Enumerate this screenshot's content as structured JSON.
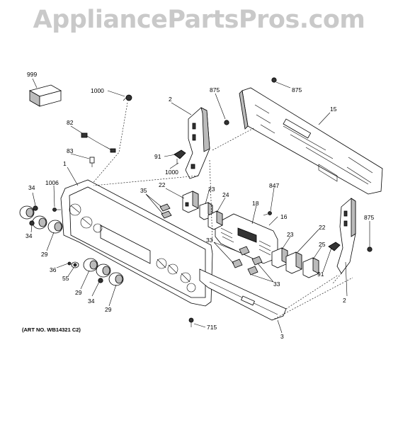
{
  "watermark": "AppliancePartsPros.com",
  "art_number": "(ART NO. WB14321 C2)",
  "callouts": [
    {
      "id": "c999",
      "text": "999"
    },
    {
      "id": "c1000a",
      "text": "1000"
    },
    {
      "id": "c2a",
      "text": "2"
    },
    {
      "id": "c875a",
      "text": "875"
    },
    {
      "id": "c875b",
      "text": "875"
    },
    {
      "id": "c15",
      "text": "15"
    },
    {
      "id": "c82",
      "text": "82"
    },
    {
      "id": "c83",
      "text": "83"
    },
    {
      "id": "c91a",
      "text": "91"
    },
    {
      "id": "c1000b",
      "text": "1000"
    },
    {
      "id": "c1",
      "text": "1"
    },
    {
      "id": "c1006",
      "text": "1006"
    },
    {
      "id": "c34a",
      "text": "34"
    },
    {
      "id": "c34b",
      "text": "34"
    },
    {
      "id": "c29a",
      "text": "29"
    },
    {
      "id": "c35",
      "text": "35"
    },
    {
      "id": "c22a",
      "text": "22"
    },
    {
      "id": "c23a",
      "text": "23"
    },
    {
      "id": "c24",
      "text": "24"
    },
    {
      "id": "c847",
      "text": "847"
    },
    {
      "id": "c18",
      "text": "18"
    },
    {
      "id": "c16",
      "text": "16"
    },
    {
      "id": "c875c",
      "text": "875"
    },
    {
      "id": "c33a",
      "text": "33"
    },
    {
      "id": "c23b",
      "text": "23"
    },
    {
      "id": "c22b",
      "text": "22"
    },
    {
      "id": "c25",
      "text": "25"
    },
    {
      "id": "c91b",
      "text": "91"
    },
    {
      "id": "c2b",
      "text": "2"
    },
    {
      "id": "c36",
      "text": "36"
    },
    {
      "id": "c55",
      "text": "55"
    },
    {
      "id": "c29b",
      "text": "29"
    },
    {
      "id": "c34c",
      "text": "34"
    },
    {
      "id": "c29c",
      "text": "29"
    },
    {
      "id": "c33b",
      "text": "33"
    },
    {
      "id": "c715",
      "text": "715"
    },
    {
      "id": "c3",
      "text": "3"
    }
  ]
}
